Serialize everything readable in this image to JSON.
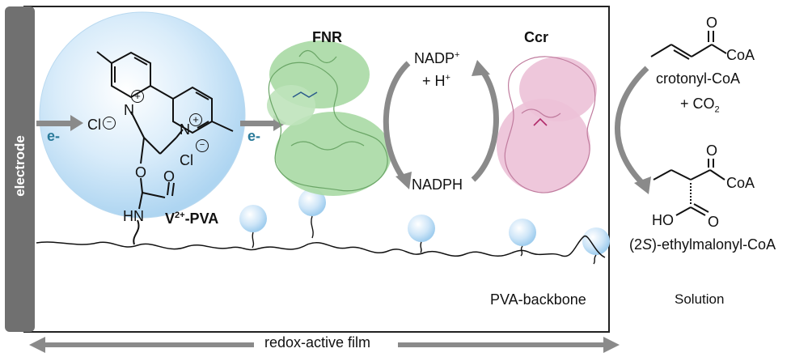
{
  "electrode": {
    "label": "electrode",
    "color": "#707070"
  },
  "electron": {
    "label": "e-",
    "color": "#2a7a9a"
  },
  "mediator": {
    "label_main": "V",
    "label_sup": "2+",
    "label_tail": "-PVA",
    "counterion_left": "Cl",
    "counterion_right": "Cl",
    "nitrogen_left": "N",
    "nitrogen_right": "N",
    "plus_symbol": "+",
    "minus_symbol": "−",
    "oxygen_ester": "O",
    "oxygen_carbonyl": "O",
    "amine": "HN"
  },
  "enzymes": {
    "fnr": {
      "label": "FNR",
      "color": "#9fd49b"
    },
    "ccr": {
      "label": "Ccr",
      "color": "#e6b6cf"
    }
  },
  "cofactor": {
    "nadp_base": "NADP",
    "nadp_sup": "+",
    "h_plus": "+ H",
    "h_plus_sup": "+",
    "nadph": "NADPH"
  },
  "substrates": {
    "crotonyl_label": "crotonyl-CoA",
    "coa_top": "CoA",
    "oxygen_top": "O",
    "co2_label": "+ CO",
    "co2_sub": "2",
    "product_prefix": "(2",
    "product_italic": "S",
    "product_suffix": ")-ethylmalonyl-CoA",
    "coa_bottom": "CoA",
    "oxygen_bottom_top": "O",
    "oxygen_bottom_acid": "O",
    "ho_label": "HO"
  },
  "film": {
    "backbone_label": "PVA-backbone",
    "film_label": "redox-active film",
    "solution_label": "Solution"
  }
}
